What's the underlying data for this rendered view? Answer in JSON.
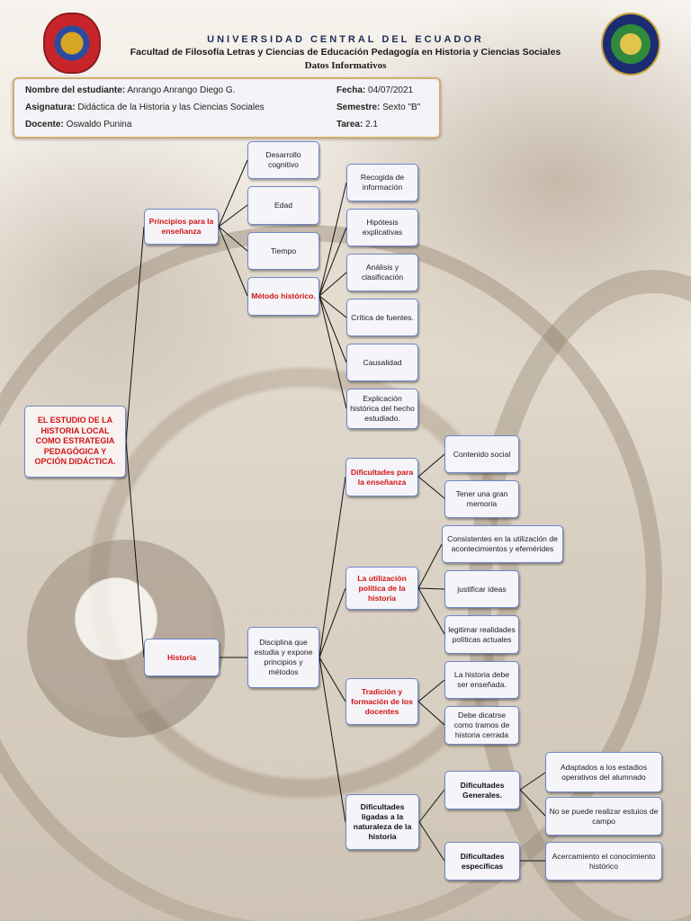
{
  "header": {
    "university": "UNIVERSIDAD CENTRAL DEL ECUADOR",
    "faculty": "Facultad de Filosofía Letras y Ciencias de Educación Pedagogía en Historia y Ciencias Sociales",
    "section": "Datos Informativos"
  },
  "info": {
    "student_label": "Nombre del estudiante:",
    "student_value": "Anrango Anrango Diego G.",
    "subject_label": "Asignatura:",
    "subject_value": "Didáctica de la Historia y las Ciencias Sociales",
    "teacher_label": "Docente:",
    "teacher_value": "Oswaldo Punina",
    "date_label": "Fecha:",
    "date_value": "04/07/2021",
    "semester_label": "Semestre:",
    "semester_value": "Sexto \"B\"",
    "task_label": "Tarea:",
    "task_value": "2.1"
  },
  "diagram": {
    "root": "EL ESTUDIO DE LA HISTORIA LOCAL COMO ESTRATEGIA PEDAGÓGICA Y OPCIÓN DIDÁCTICA.",
    "principios": "Principios para la enseñanza",
    "desarrollo": "Desarrollo cognitivo",
    "edad": "Edad",
    "tiempo": "Tiempo",
    "metodo": "Método histórico.",
    "recogida": "Recogida de información",
    "hipotesis": "Hipótesis explicativas",
    "analisis": "Análisis y clasificación",
    "critica": "Crítica de fuentes.",
    "causalidad": "Causalidad",
    "explicacion": "Explicación histórica del hecho estudiado.",
    "historia": "Historia",
    "disciplina": "Disciplina que estudia y expone principios y métodos",
    "dificultades_ensenanza": "Dificultades para la enseñanza",
    "contenido_social": "Contenido  social",
    "tener_memoria": "Tener una gran memoria",
    "utilizacion_politica": "La utilización política de la historia",
    "consistentes": "Consistentes en la utilización de acontecimientos y efemérides",
    "justificar": "justificar ideas",
    "legitimar": "legitimar realidades políticas actuales",
    "tradicion": "Tradición y formación de los docentes",
    "historia_ensenada": "La historia debe ser enseñada.",
    "debe_dicatrse": "Debe dicatrse como tramos de historia cerrada",
    "dificultades_naturaleza": "Dificultades ligadas a la naturaleza de la historia",
    "generales": "Dificultades Generales.",
    "especificas": "Dificultades específicas",
    "adaptados": "Adaptados a los estadios operativos del alumnado",
    "no_puede": "No se puede realizar estuios de campo",
    "acercamiento": "Acercamiento el conocimiento histórico"
  }
}
